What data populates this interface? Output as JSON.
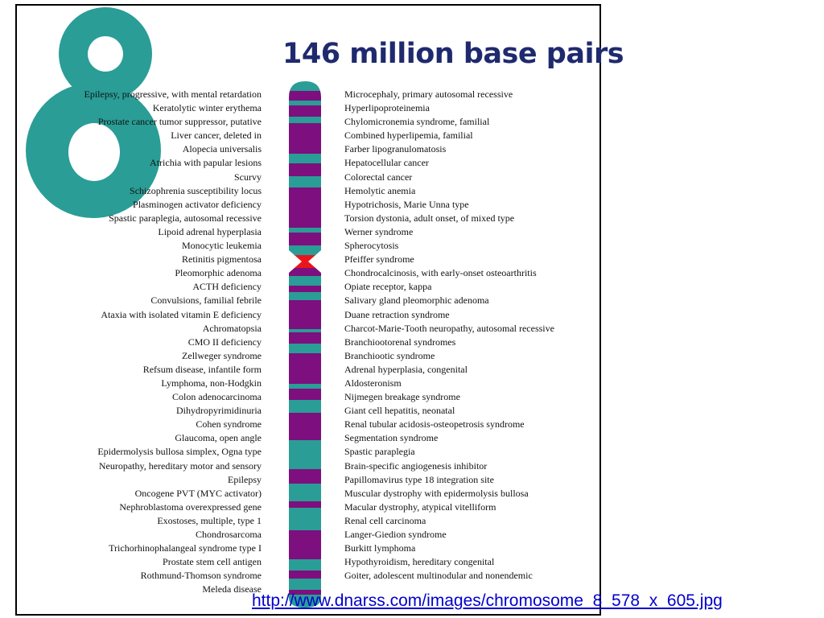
{
  "header": {
    "number": "8",
    "title": "146 million base pairs"
  },
  "colors": {
    "teal": "#2a9d96",
    "purple": "#7d0f7e",
    "centromere": "#e8161b",
    "title": "#1f2a6e",
    "link": "#0000cc"
  },
  "left_genes": [
    "Epilepsy, progressive, with mental retardation",
    "Keratolytic winter erythema",
    "Prostate cancer tumor suppressor, putative",
    "Liver cancer, deleted in",
    "Alopecia universalis",
    "Atrichia with papular lesions",
    "Scurvy",
    "Schizophrenia susceptibility locus",
    "Plasminogen activator deficiency",
    "Spastic paraplegia, autosomal recessive",
    "Lipoid adrenal hyperplasia",
    "Monocytic leukemia",
    "Retinitis pigmentosa",
    "Pleomorphic adenoma",
    "ACTH deficiency",
    "Convulsions, familial febrile",
    "Ataxia with isolated vitamin E deficiency",
    "Achromatopsia",
    "CMO II deficiency",
    "Zellweger syndrome",
    "Refsum disease, infantile form",
    "Lymphoma, non-Hodgkin",
    "Colon adenocarcinoma",
    "Dihydropyrimidinuria",
    "Cohen syndrome",
    "Glaucoma, open angle",
    "Epidermolysis bullosa simplex, Ogna type",
    "Neuropathy, hereditary motor and sensory",
    "Epilepsy",
    "Oncogene PVT (MYC activator)",
    "Nephroblastoma overexpressed gene",
    "Exostoses, multiple, type 1",
    "Chondrosarcoma",
    "Trichorhinophalangeal syndrome type I",
    "Prostate stem cell antigen",
    "Rothmund-Thomson syndrome",
    "Meleda disease"
  ],
  "right_genes": [
    "Microcephaly, primary autosomal recessive",
    "Hyperlipoproteinemia",
    "Chylomicronemia syndrome, familial",
    "Combined hyperlipemia, familial",
    "Farber lipogranulomatosis",
    "Hepatocellular cancer",
    "Colorectal cancer",
    "Hemolytic anemia",
    "Hypotrichosis, Marie Unna type",
    "Torsion dystonia, adult onset, of mixed type",
    "Werner syndrome",
    "Spherocytosis",
    "Pfeiffer syndrome",
    "Chondrocalcinosis, with early-onset osteoarthritis",
    "Opiate receptor, kappa",
    "Salivary gland pleomorphic adenoma",
    "Duane retraction syndrome",
    "Charcot-Marie-Tooth neuropathy, autosomal recessive",
    "Branchiootorenal syndromes",
    "Branchiootic syndrome",
    "Adrenal hyperplasia, congenital",
    "Aldosteronism",
    "Nijmegen breakage syndrome",
    "Giant cell hepatitis, neonatal",
    "Renal tubular acidosis-osteopetrosis syndrome",
    "Segmentation syndrome",
    "Spastic paraplegia",
    "Brain-specific angiogenesis inhibitor",
    "Papillomavirus type 18 integration site",
    "Muscular dystrophy with epidermolysis bullosa",
    "Macular dystrophy, atypical vitelliform",
    "Renal cell carcinoma",
    "Langer-Giedion syndrome",
    "Burkitt lymphoma",
    "Hypothyroidism, hereditary congenital",
    "Goiter, adolescent multinodular and nonendemic"
  ],
  "footer": {
    "link_text": "http://www.dnarss.com/images/chromosome_8_578_x_605.jpg"
  }
}
